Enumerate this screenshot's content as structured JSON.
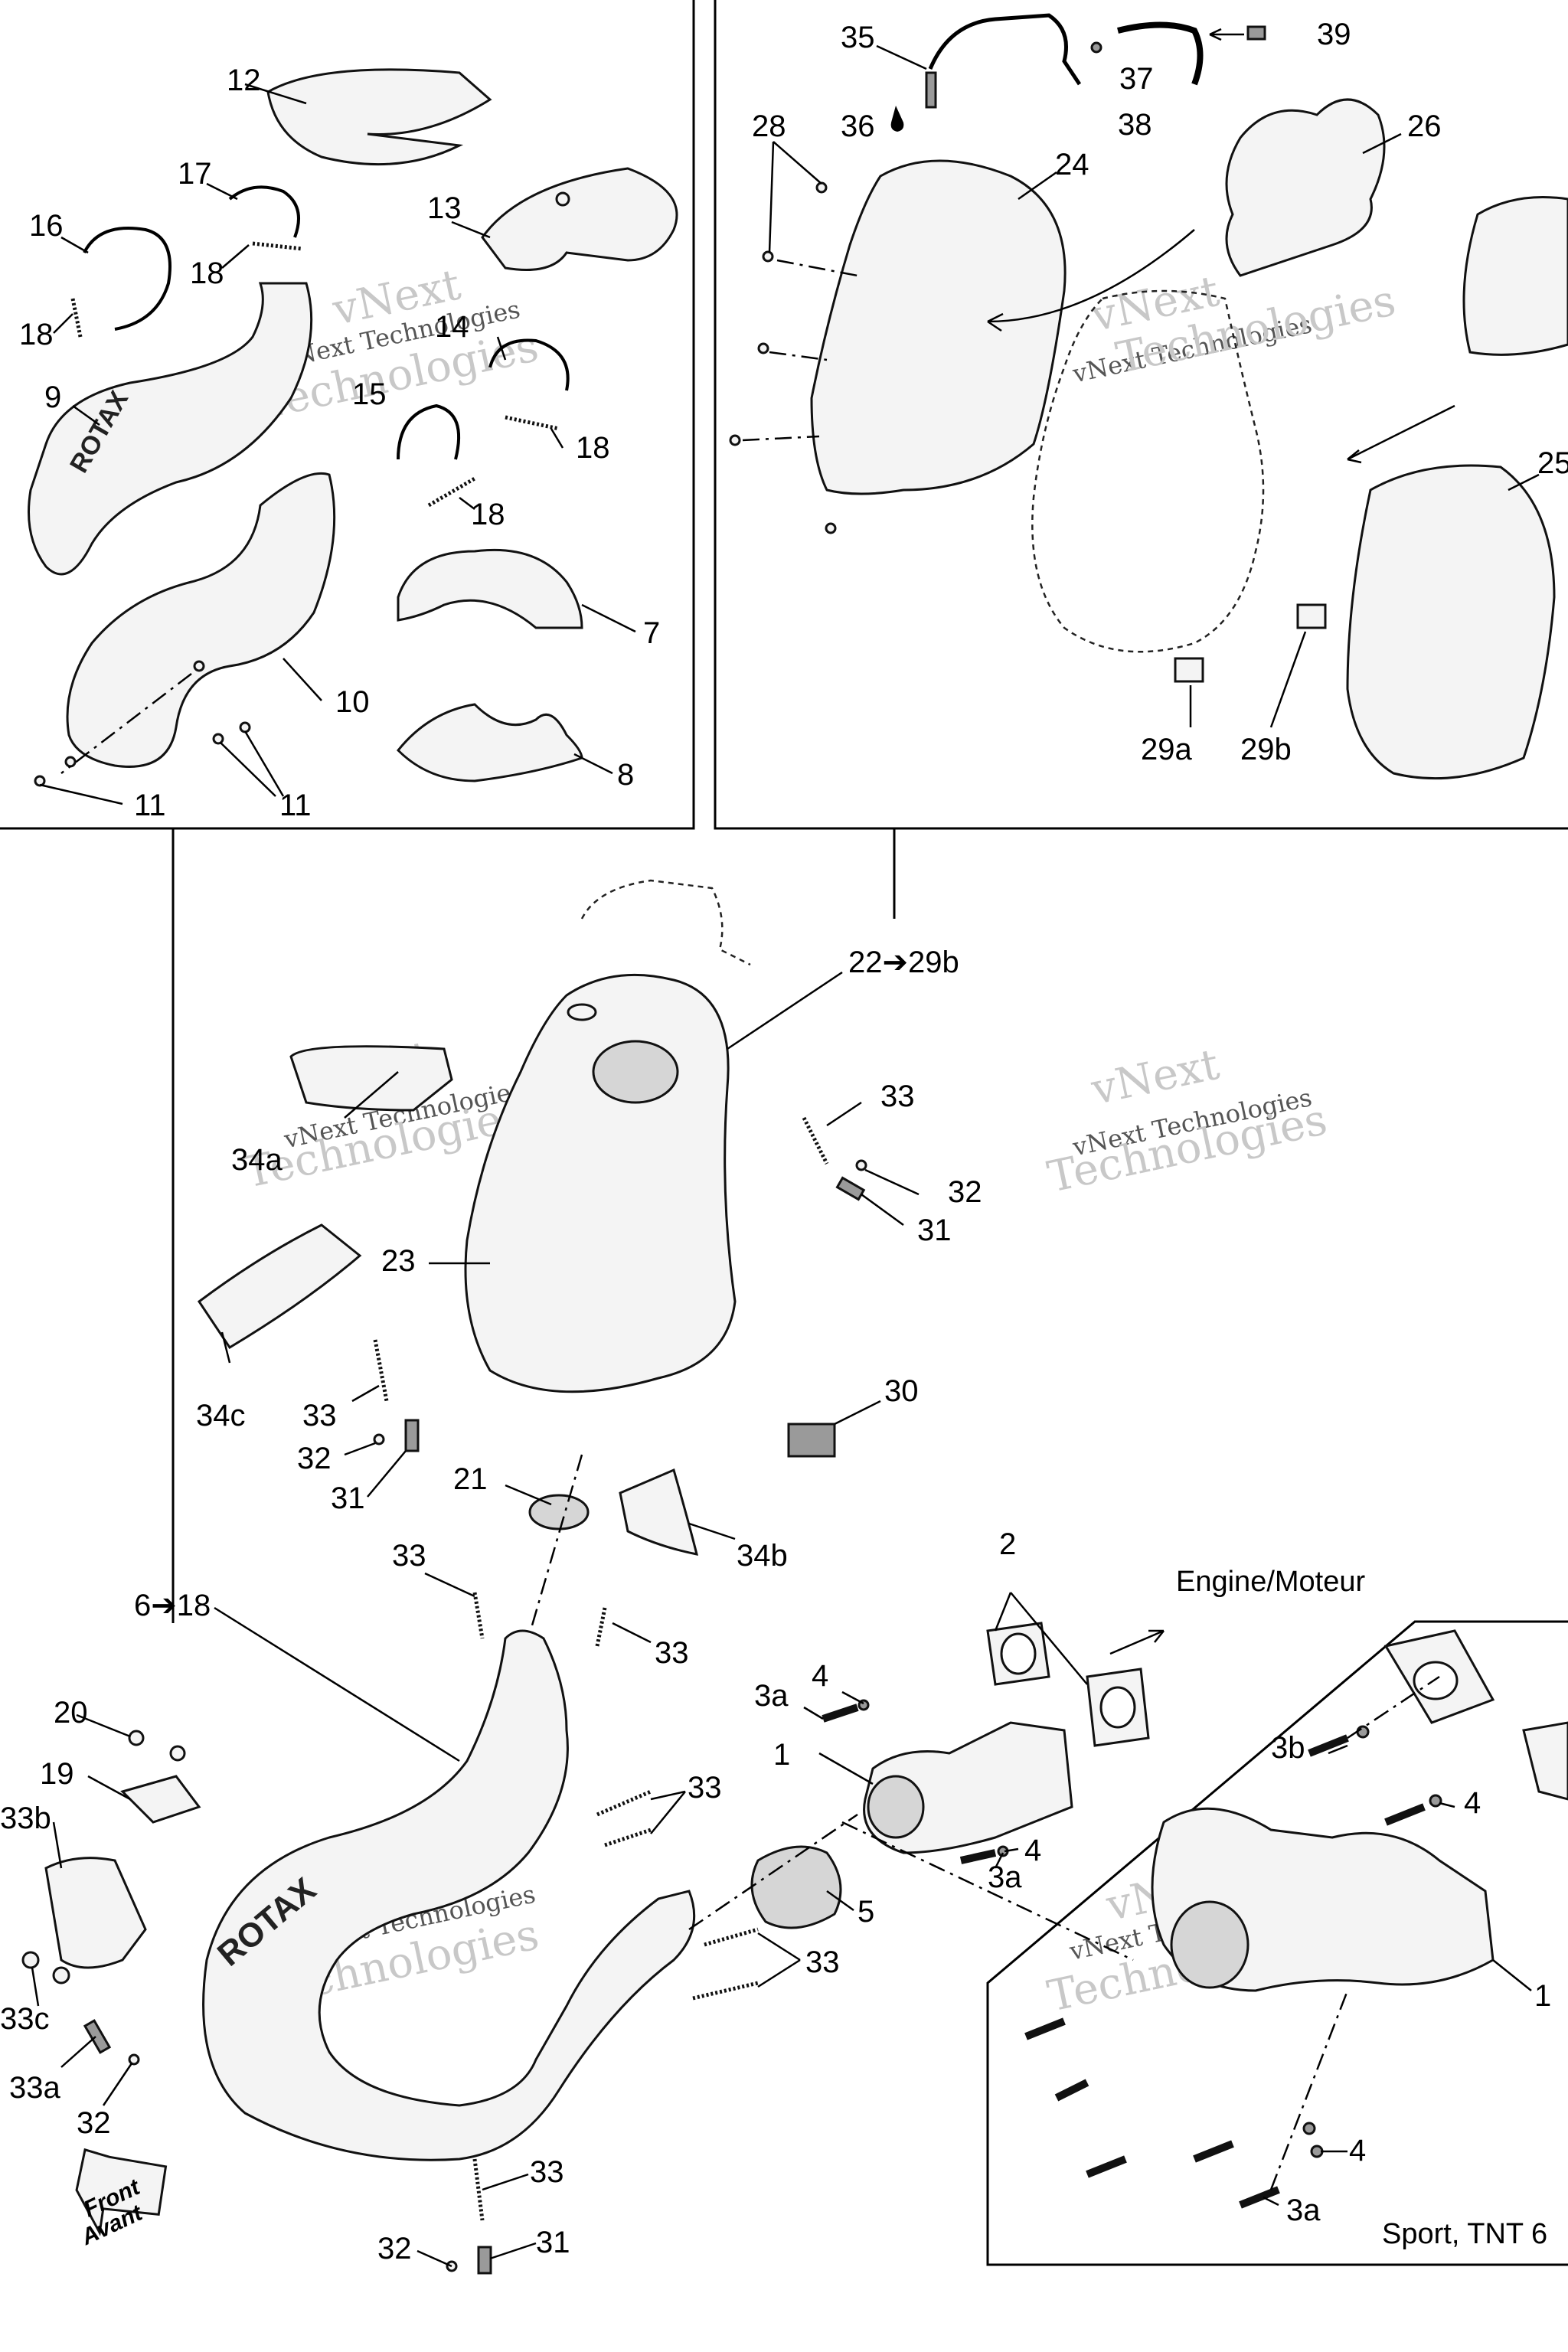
{
  "watermark": {
    "line1": "vNext Technologies",
    "line2_a": "vNext",
    "line2_b": "Technologies"
  },
  "brand_logo": "ROTAX",
  "labels": {
    "engine": "Engine/Moteur",
    "front_en": "Front",
    "front_fr": "Avant",
    "variant": "Sport, TNT 6"
  },
  "callouts": {
    "c1": "1",
    "c1b": "1",
    "c2": "2",
    "c3a_1": "3a",
    "c3a_2": "3a",
    "c3a_3": "3a",
    "c3b": "3b",
    "c4_1": "4",
    "c4_2": "4",
    "c4_3": "4",
    "c4_4": "4",
    "c5": "5",
    "c6_18": "6➔18",
    "c7": "7",
    "c8": "8",
    "c9": "9",
    "c10": "10",
    "c11_1": "11",
    "c11_2": "11",
    "c12": "12",
    "c13": "13",
    "c14": "14",
    "c15": "15",
    "c16": "16",
    "c17": "17",
    "c18_1": "18",
    "c18_2": "18",
    "c18_3": "18",
    "c18_4": "18",
    "c19": "19",
    "c20": "20",
    "c21": "21",
    "c22_29b": "22➔29b",
    "c23": "23",
    "c24": "24",
    "c25": "25",
    "c26": "26",
    "c28": "28",
    "c29a": "29a",
    "c29b": "29b",
    "c30": "30",
    "c31_1": "31",
    "c31_2": "31",
    "c31_3": "31",
    "c32_1": "32",
    "c32_2": "32",
    "c32_3": "32",
    "c32_4": "32",
    "c33_1": "33",
    "c33_2": "33",
    "c33_3": "33",
    "c33_4": "33",
    "c33_5": "33",
    "c33_6": "33",
    "c33_7": "33",
    "c33a": "33a",
    "c33b": "33b",
    "c33c": "33c",
    "c34a": "34a",
    "c34b": "34b",
    "c34c": "34c",
    "c35": "35",
    "c36": "36",
    "c37": "37",
    "c38": "38",
    "c39": "39"
  }
}
